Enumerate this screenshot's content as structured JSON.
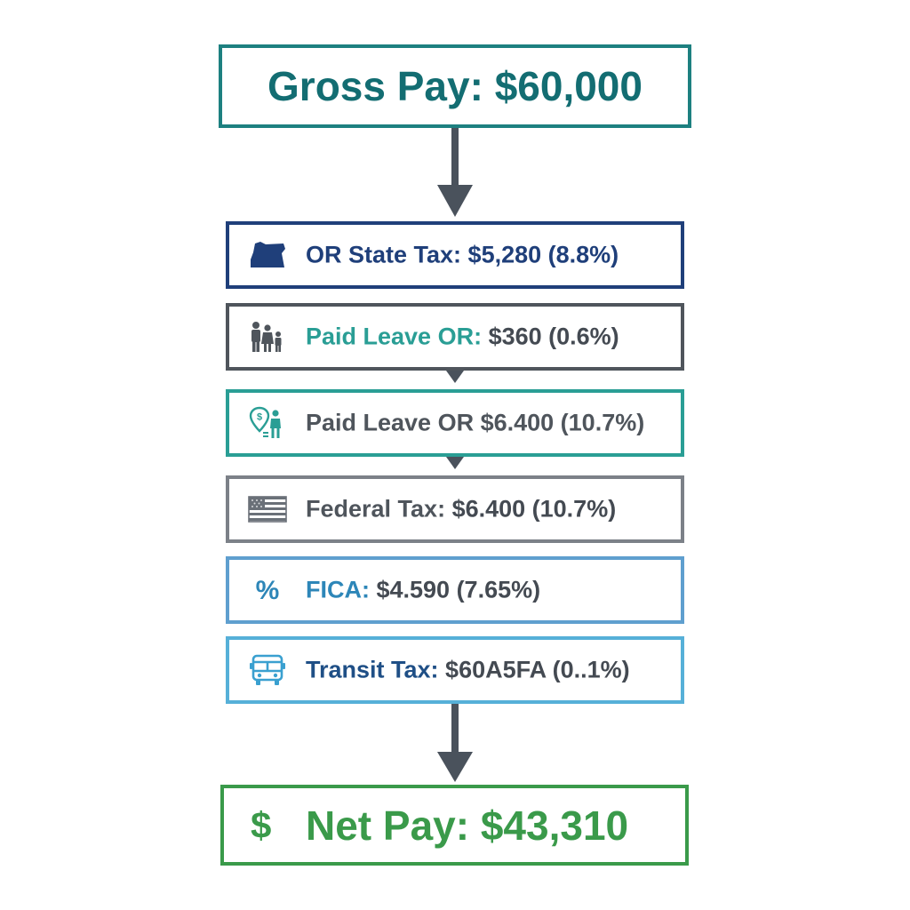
{
  "gross": {
    "text": "Gross Pay: $60,000"
  },
  "deductions": [
    {
      "icon": "oregon-state-icon",
      "label": "OR State Tax:",
      "amount": " $5,280 (8.8%)"
    },
    {
      "icon": "family-icon",
      "label": "Paid Leave OR:",
      "amount": " $360 (0.6%)"
    },
    {
      "icon": "money-person-icon",
      "label": "",
      "amount": "Paid Leave OR $6.400 (10.7%)"
    },
    {
      "icon": "us-flag-icon",
      "label": "Federal Tax:",
      "amount": " $6.400 (10.7%)"
    },
    {
      "icon": "percent-icon",
      "label": "FICA:",
      "amount": " $4.590 (7.65%)"
    },
    {
      "icon": "bus-icon",
      "label": "Transit Tax:",
      "amount": " $60A5FA (0..1%)"
    }
  ],
  "net": {
    "symbol": "$",
    "text": "Net Pay: $43,310"
  },
  "colors": {
    "teal": "#1d8080",
    "navy": "#1f3f7a",
    "gray": "#4f555c",
    "blue": "#5f9fcf",
    "green": "#3a9a4a",
    "arrow": "#4a525c"
  }
}
